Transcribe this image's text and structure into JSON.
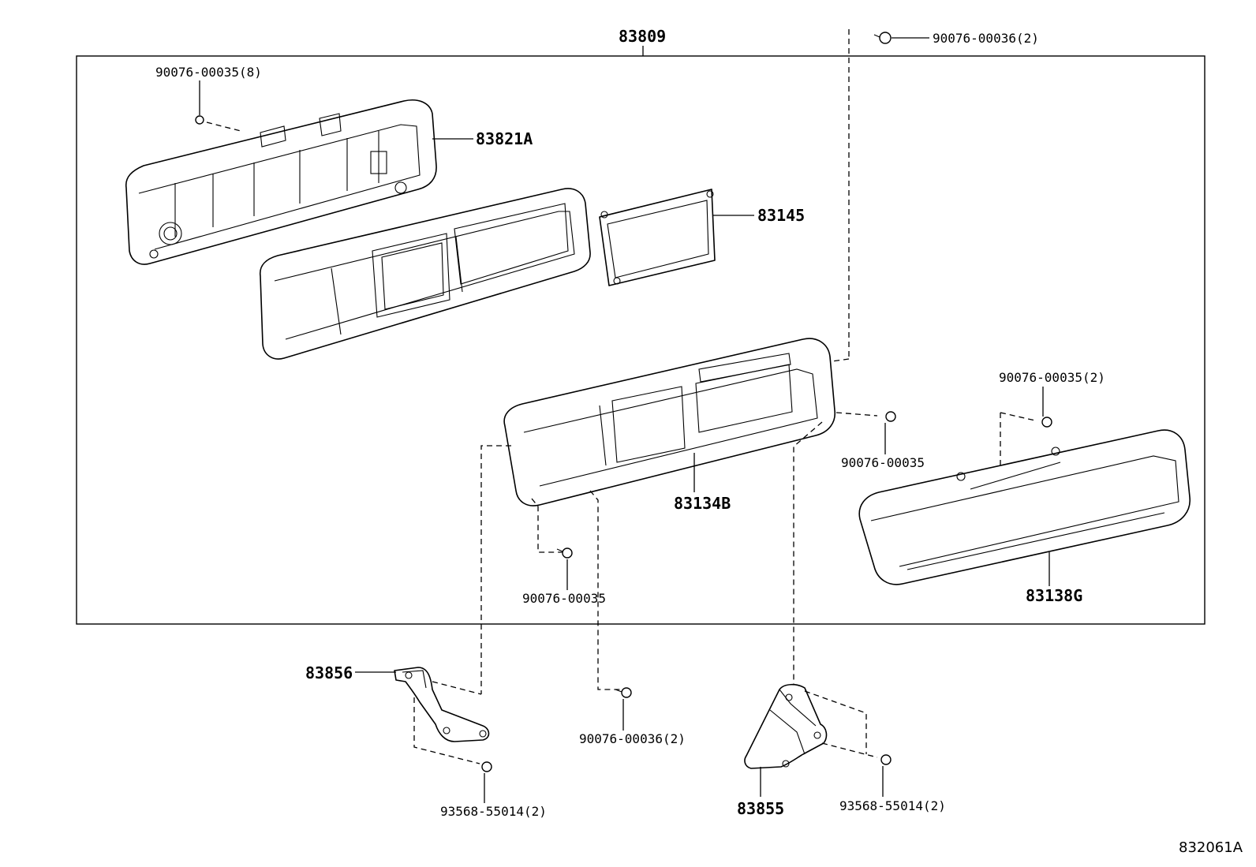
{
  "assembly_label": "83809",
  "labels": {
    "screw_top_right": "90076-00036(2)",
    "screw_top_left": "90076-00035(8)",
    "rear_case": "83821A",
    "display_plate": "83145",
    "screw_right_mid": "90076-00035(2)",
    "screw_center": "90076-00035",
    "middle_frame": "83134B",
    "screw_lower_left": "90076-00035",
    "front_lens": "83138G",
    "bracket_left": "83856",
    "screw_lower_center": "90076-00036(2)",
    "bracket_right": "83855",
    "screw_bottom_left": "93568-55014(2)",
    "screw_bottom_right": "93568-55014(2)"
  },
  "figure_id": "832061A"
}
